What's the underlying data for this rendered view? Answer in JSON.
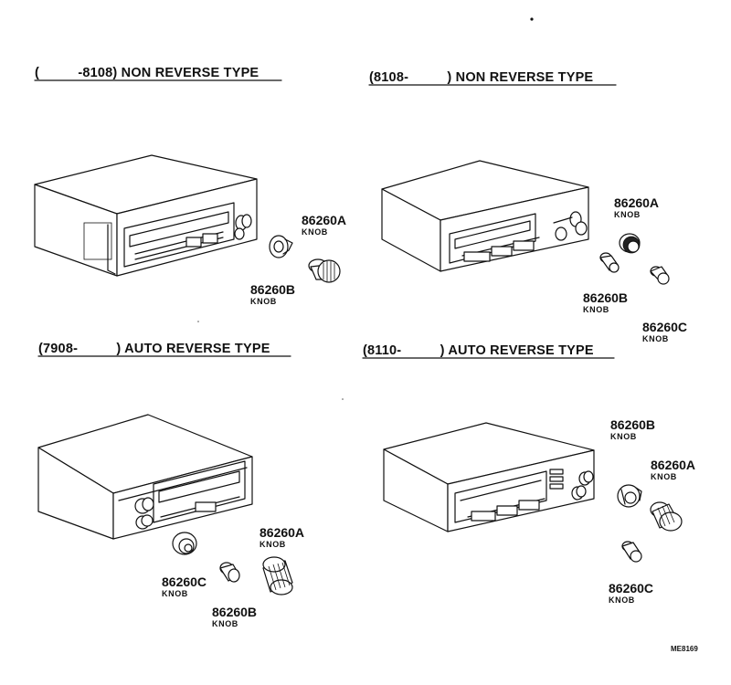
{
  "sections": [
    {
      "title": "(          -8108) NON REVERSE TYPE"
    },
    {
      "title": "(8108-          ) NON REVERSE TYPE"
    },
    {
      "title": "(7908-          ) AUTO REVERSE TYPE"
    },
    {
      "title": "(8110-          ) AUTO REVERSE TYPE"
    }
  ],
  "parts": {
    "s1_a": {
      "number": "86260A",
      "name": "KNOB"
    },
    "s1_b": {
      "number": "86260B",
      "name": "KNOB"
    },
    "s2_a": {
      "number": "86260A",
      "name": "KNOB"
    },
    "s2_b": {
      "number": "86260B",
      "name": "KNOB"
    },
    "s2_c": {
      "number": "86260C",
      "name": "KNOB"
    },
    "s3_a": {
      "number": "86260A",
      "name": "KNOB"
    },
    "s3_b": {
      "number": "86260B",
      "name": "KNOB"
    },
    "s3_c": {
      "number": "86260C",
      "name": "KNOB"
    },
    "s4_a": {
      "number": "86260A",
      "name": "KNOB"
    },
    "s4_b": {
      "number": "86260B",
      "name": "KNOB"
    },
    "s4_c": {
      "number": "86260C",
      "name": "KNOB"
    }
  },
  "reference": "ME8169"
}
